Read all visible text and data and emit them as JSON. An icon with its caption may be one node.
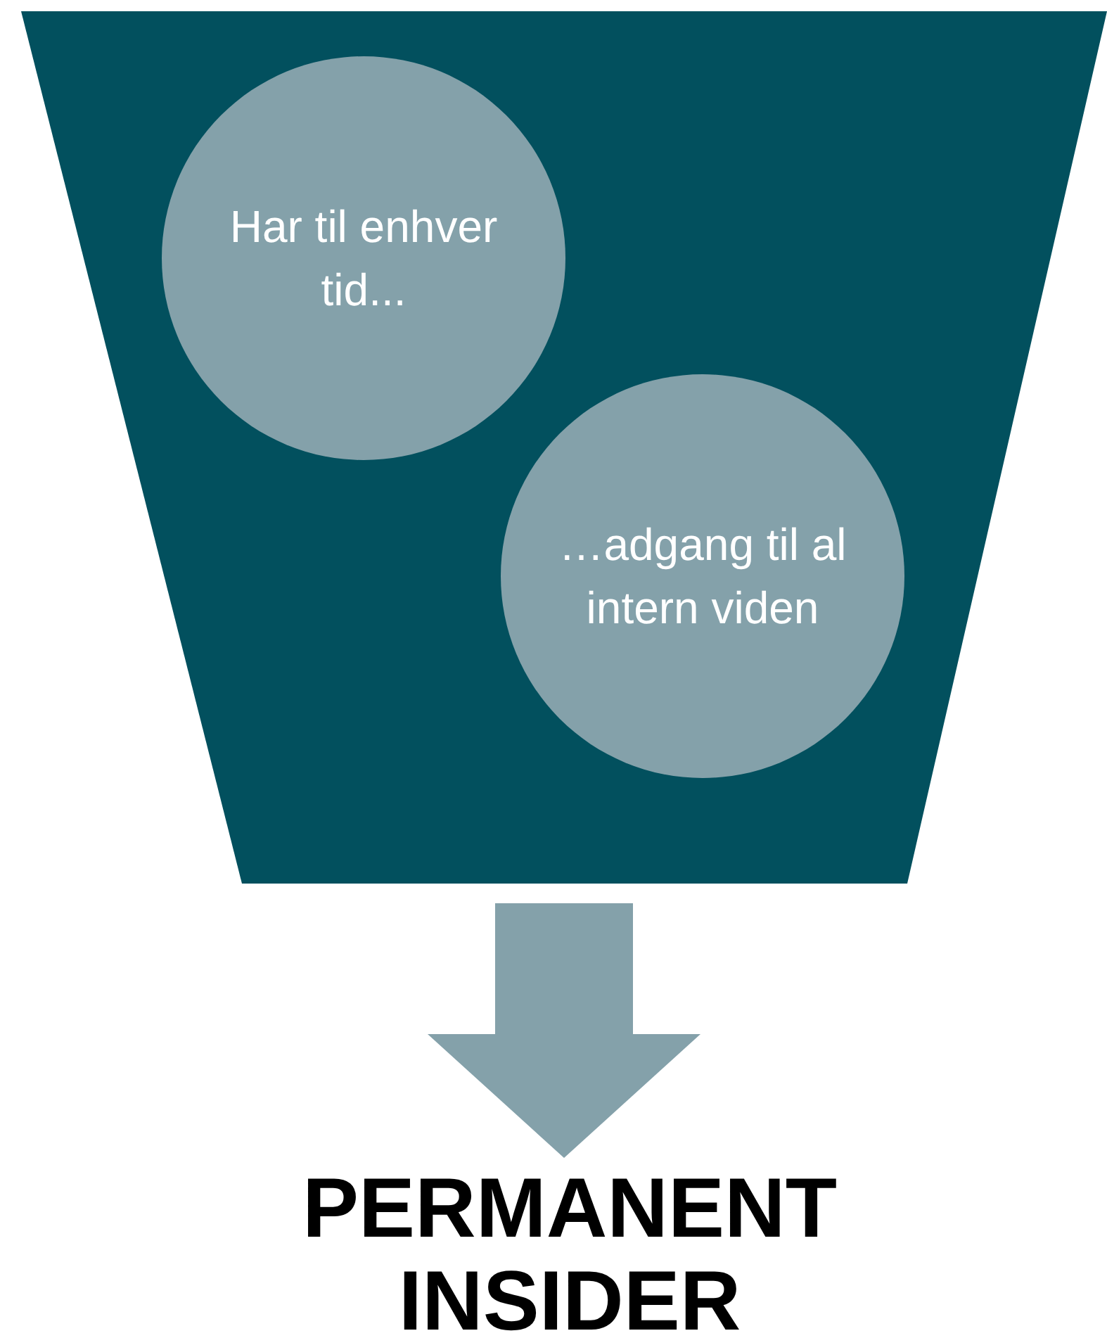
{
  "diagram": {
    "nodes": [
      {
        "text": [],
        "shape": "trapezoid"
      },
      {
        "text": [
          "Har til enhver tid..."
        ],
        "in": 0
      },
      {
        "text": [
          "…adgang til al intern viden"
        ],
        "in": 0
      },
      {
        "text": [
          "PERMANENT INSIDER"
        ]
      }
    ],
    "edges": [
      {
        "from": 0,
        "to": 3,
        "arrow": "to",
        "style": "thick"
      }
    ]
  }
}
